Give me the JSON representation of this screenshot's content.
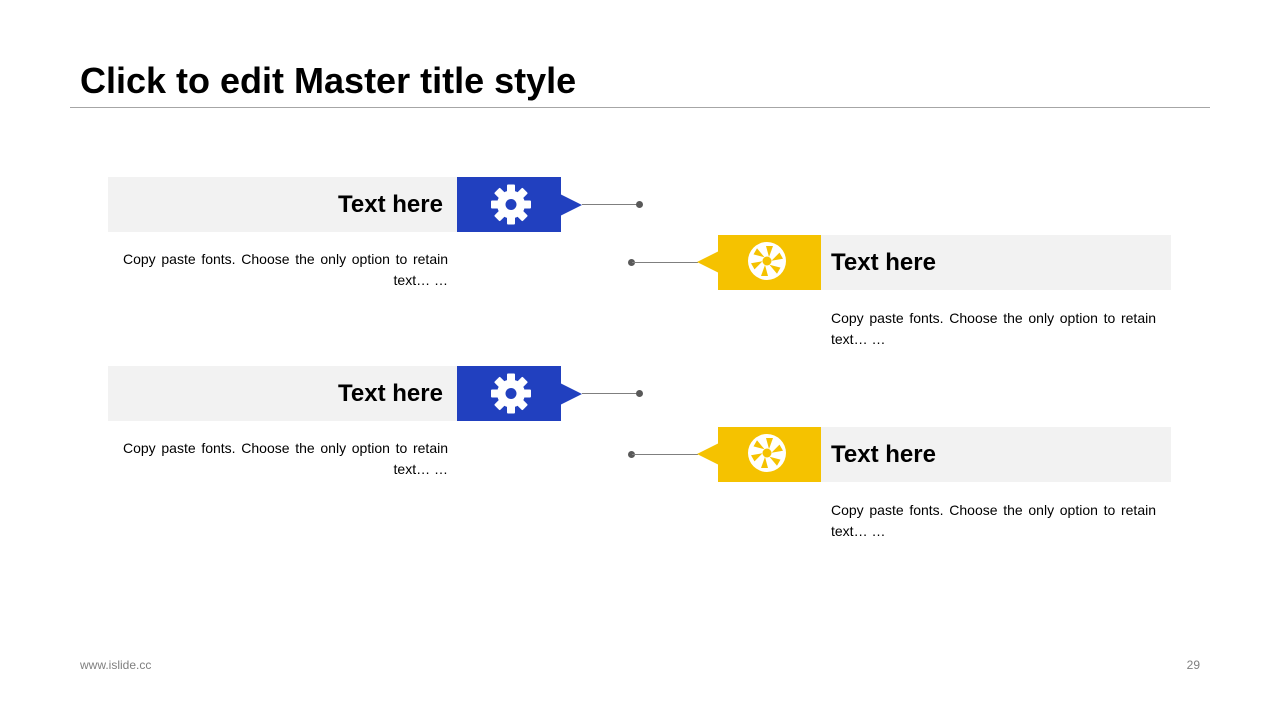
{
  "slide": {
    "title": "Click to edit Master title style",
    "items": [
      {
        "label": "Text here",
        "description": "Copy paste fonts. Choose the only option to retain text… …",
        "icon": "gear-icon",
        "color": "#2140bf"
      },
      {
        "label": "Text here",
        "description": "Copy paste fonts. Choose the only option to retain text… …",
        "icon": "aperture-icon",
        "color": "#f5c200"
      },
      {
        "label": "Text here",
        "description": "Copy paste fonts. Choose the only option to retain text… …",
        "icon": "gear-icon",
        "color": "#2140bf"
      },
      {
        "label": "Text here",
        "description": "Copy paste fonts. Choose the only option to retain text… …",
        "icon": "aperture-icon",
        "color": "#f5c200"
      }
    ],
    "footer_url": "www.islide.cc",
    "page_number": "29"
  }
}
